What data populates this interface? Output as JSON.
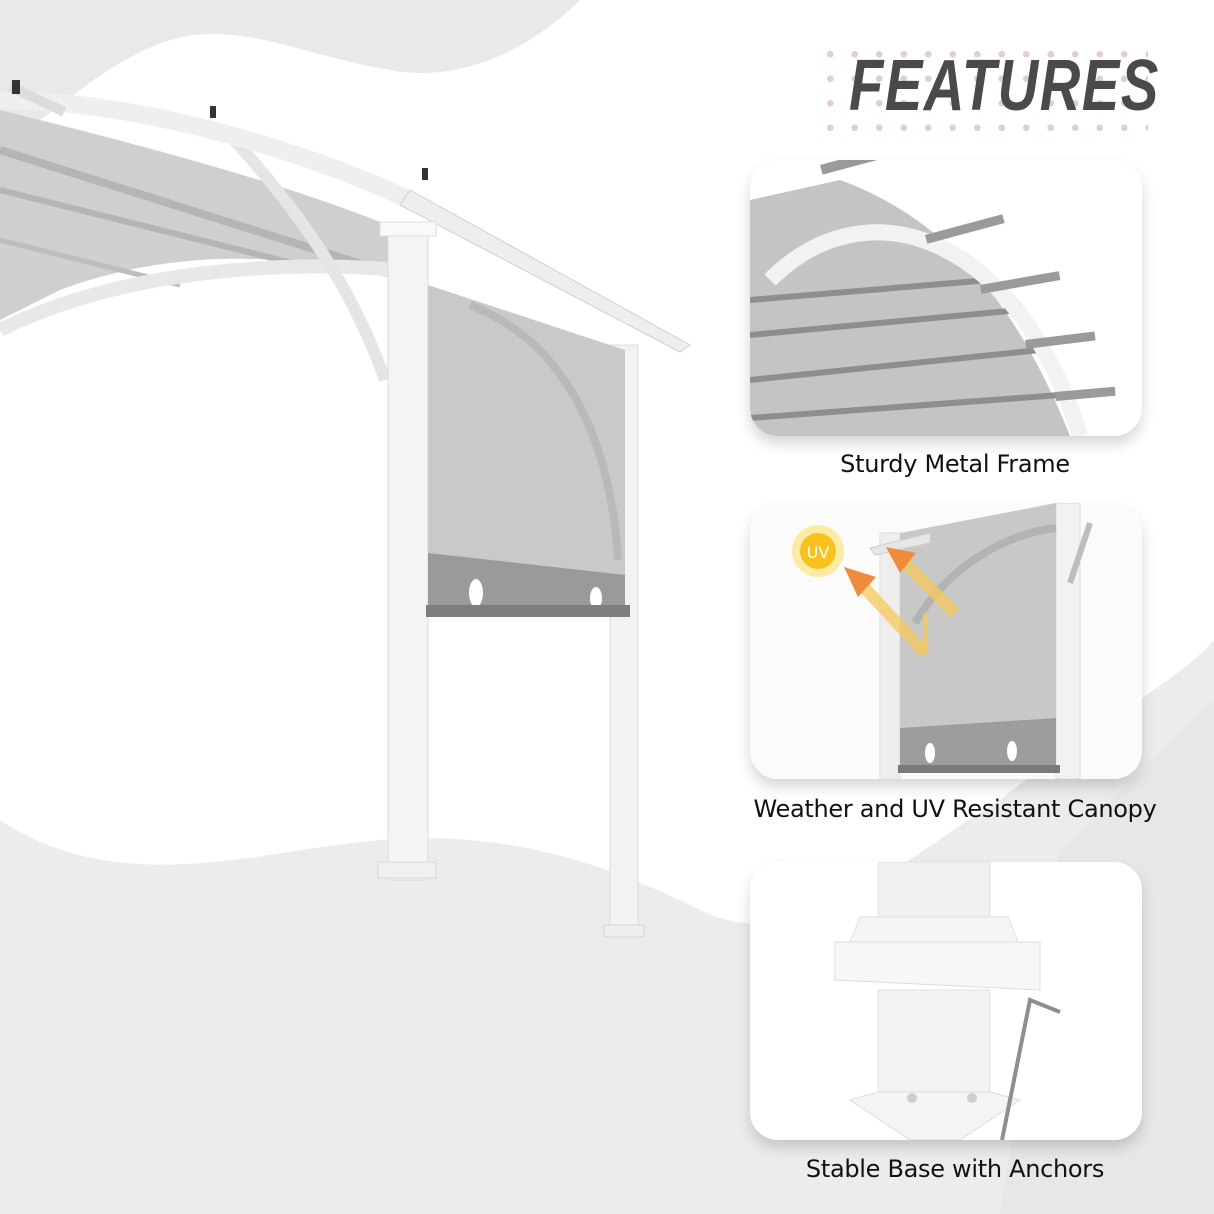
{
  "page": {
    "title": "FEATURES",
    "accent_dots_color": "#e3cfc8",
    "title_color": "#4a4a4a"
  },
  "hero": {
    "subject": "pergola-with-canopy-and-retractable-shade"
  },
  "features": [
    {
      "caption": "Sturdy Metal Frame",
      "image": "metal-frame-closeup"
    },
    {
      "caption": "Weather and UV Resistant Canopy",
      "image": "uv-canopy-closeup",
      "badge": "UV"
    },
    {
      "caption": "Stable Base with Anchors",
      "image": "base-anchor-closeup"
    }
  ]
}
